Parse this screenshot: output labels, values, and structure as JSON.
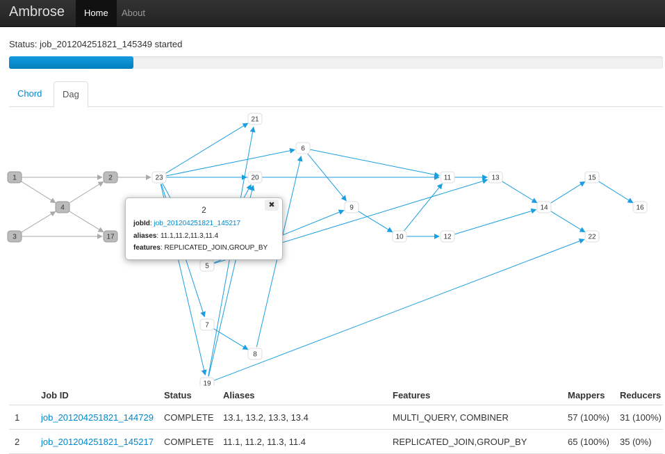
{
  "nav": {
    "brand": "Ambrose",
    "items": [
      "Home",
      "About"
    ]
  },
  "status": {
    "text": "Status: job_201204251821_145349 started",
    "progress_fraction": 0.19
  },
  "tabs": [
    "Chord",
    "Dag"
  ],
  "colors": {
    "edge": "#1a9ee0",
    "done_edge": "#aaaaaa",
    "done_node": "#bbbbbb",
    "accent": "#0088cc"
  },
  "dag": {
    "nodes": [
      "1",
      "2",
      "3",
      "4",
      "5",
      "6",
      "7",
      "8",
      "9",
      "10",
      "11",
      "12",
      "13",
      "14",
      "15",
      "16",
      "17",
      "19",
      "20",
      "21",
      "22",
      "23"
    ],
    "completed_nodes": [
      "1",
      "2",
      "3",
      "4",
      "17"
    ]
  },
  "popover": {
    "title": "2",
    "close_icon": "close-icon",
    "jobId_label": "jobId",
    "jobId_value": "job_201204251821_145217",
    "aliases_label": "aliases",
    "aliases_value": "11.1,11.2,11.3,11.4",
    "features_label": "features",
    "features_value": "REPLICATED_JOIN,GROUP_BY"
  },
  "table": {
    "headers": [
      "",
      "Job ID",
      "Status",
      "Aliases",
      "Features",
      "Mappers",
      "Reducers"
    ],
    "rows": [
      [
        "1",
        "job_201204251821_144729",
        "COMPLETE",
        "13.1, 13.2, 13.3, 13.4",
        "MULTI_QUERY, COMBINER",
        "57 (100%)",
        "31 (100%)"
      ],
      [
        "2",
        "job_201204251821_145217",
        "COMPLETE",
        "11.1, 11.2, 11.3, 11.4",
        "REPLICATED_JOIN,GROUP_BY",
        "65 (100%)",
        "35 (0%)"
      ]
    ]
  }
}
